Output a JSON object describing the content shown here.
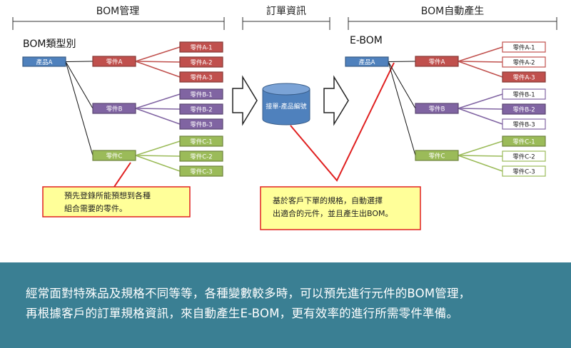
{
  "headers": {
    "bom_management": "BOM管理",
    "order_info": "訂單資訊",
    "bom_auto": "BOM自動產生"
  },
  "left_panel": {
    "title": "BOM類型別",
    "product": "產品A",
    "groups": [
      {
        "name": "零件A",
        "color": "#c0504d",
        "parts": [
          "零件A-1",
          "零件A-2",
          "零件A-3"
        ]
      },
      {
        "name": "零件B",
        "color": "#8064a2",
        "parts": [
          "零件B-1",
          "零件B-2",
          "零件B-3"
        ]
      },
      {
        "name": "零件C",
        "color": "#9bbb59",
        "parts": [
          "零件C-1",
          "零件C-2",
          "零件C-3"
        ]
      }
    ]
  },
  "database": {
    "label": "接單-產品編號"
  },
  "right_panel": {
    "title": "E-BOM",
    "product": "產品A",
    "groups": [
      {
        "name": "零件A",
        "color": "#c0504d",
        "parts": [
          "零件A-1",
          "零件A-2",
          "零件A-3"
        ],
        "selected": [
          false,
          false,
          true
        ]
      },
      {
        "name": "零件B",
        "color": "#8064a2",
        "parts": [
          "零件B-1",
          "零件B-2",
          "零件B-3"
        ],
        "selected": [
          false,
          true,
          false
        ]
      },
      {
        "name": "零件C",
        "color": "#9bbb59",
        "parts": [
          "零件C-1",
          "零件C-2",
          "零件C-3"
        ],
        "selected": [
          true,
          false,
          false
        ]
      }
    ]
  },
  "callouts": {
    "left": [
      "預先登錄所能預想到各種",
      "組合需要的零件。"
    ],
    "right": [
      "基於客戶下單的規格，自動選擇",
      "出適合的元件，並且產生出BOM。"
    ]
  },
  "colors": {
    "product": "#4f81bd",
    "callout_fill": "#ffff99",
    "callout_border": "#e02020",
    "footer_bg": "#3a7f93"
  },
  "footer": {
    "line1": "經常面對特殊品及規格不同等等，各種變數較多時，可以預先進行元件的BOM管理，",
    "line2": "再根據客戶的訂單規格資訊，來自動產生E-BOM，更有效率的進行所需零件準備。"
  }
}
